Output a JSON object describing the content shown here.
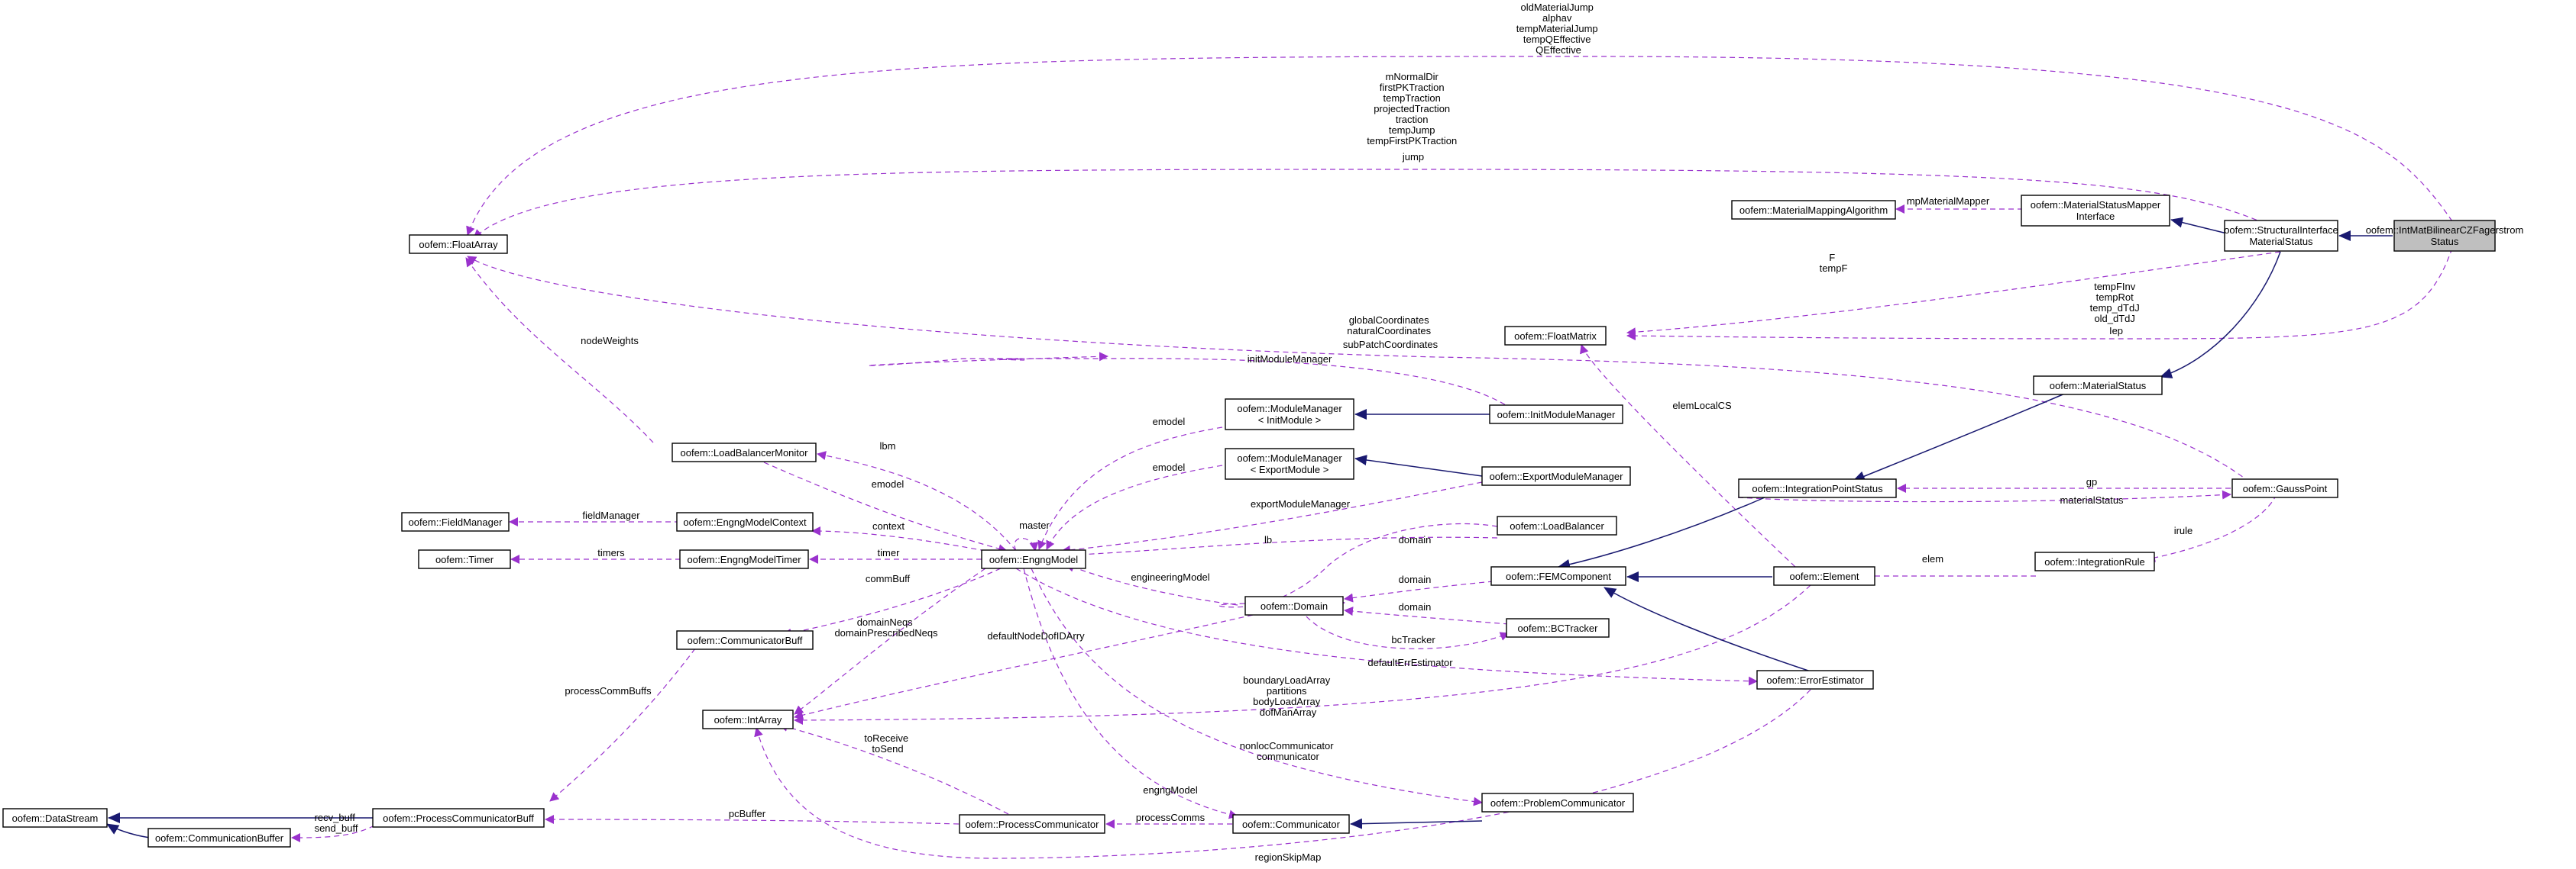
{
  "colors": {
    "usage_edge": "#9a32cd",
    "inheritance_edge": "#191970",
    "selected_node_fill": "#bfbfbf",
    "node_fill": "#ffffff",
    "node_border": "#000000"
  },
  "nodes": {
    "intmat": [
      "oofem::IntMatBilinearCZFagerstrom",
      "Status"
    ],
    "sims": [
      "oofem::StructuralInterface",
      "MaterialStatus"
    ],
    "msmi": [
      "oofem::MaterialStatusMapper",
      "Interface"
    ],
    "mma": [
      "oofem::MaterialMappingAlgorithm"
    ],
    "floatarray": [
      "oofem::FloatArray"
    ],
    "floatmatrix": [
      "oofem::FloatMatrix"
    ],
    "matstatus": [
      "oofem::MaterialStatus"
    ],
    "ips": [
      "oofem::IntegrationPointStatus"
    ],
    "gausspoint": [
      "oofem::GaussPoint"
    ],
    "intrule": [
      "oofem::IntegrationRule"
    ],
    "element": [
      "oofem::Element"
    ],
    "femcomp": [
      "oofem::FEMComponent"
    ],
    "errest": [
      "oofem::ErrorEstimator"
    ],
    "lbm": [
      "oofem::LoadBalancerMonitor"
    ],
    "mm_init": [
      "oofem::ModuleManager",
      "< InitModule >"
    ],
    "mm_export": [
      "oofem::ModuleManager",
      "< ExportModule >"
    ],
    "initmm": [
      "oofem::InitModuleManager"
    ],
    "exportmm": [
      "oofem::ExportModuleManager"
    ],
    "lb": [
      "oofem::LoadBalancer"
    ],
    "fieldmanager": [
      "oofem::FieldManager"
    ],
    "emc": [
      "oofem::EngngModelContext"
    ],
    "timer": [
      "oofem::Timer"
    ],
    "emt": [
      "oofem::EngngModelTimer"
    ],
    "engngmodel": [
      "oofem::EngngModel"
    ],
    "domain": [
      "oofem::Domain"
    ],
    "bctracker": [
      "oofem::BCTracker"
    ],
    "commbuff": [
      "oofem::CommunicatorBuff"
    ],
    "intarray": [
      "oofem::IntArray"
    ],
    "datastream": [
      "oofem::DataStream"
    ],
    "pcb": [
      "oofem::ProcessCommunicatorBuff"
    ],
    "communicationbuffer": [
      "oofem::CommunicationBuffer"
    ],
    "pc": [
      "oofem::ProcessCommunicator"
    ],
    "communicator": [
      "oofem::Communicator"
    ],
    "problemcomm": [
      "oofem::ProblemCommunicator"
    ]
  },
  "edge_labels": {
    "fa_top": [
      "oldMaterialJump",
      "alphav",
      "tempMaterialJump",
      "tempQEffective",
      "QEffective"
    ],
    "fa_sims": [
      "mNormalDir",
      "firstPKTraction",
      "tempTraction",
      "projectedTraction",
      "traction",
      "tempJump",
      "tempFirstPKTraction",
      "jump"
    ],
    "mpmapper": [
      "mpMaterialMapper"
    ],
    "f_tempf": [
      "F",
      "tempF"
    ],
    "fm_intmat": [
      "tempFInv",
      "tempRot",
      "temp_dTdJ",
      "old_dTdJ",
      "Iep"
    ],
    "gp_coords": [
      "globalCoordinates",
      "naturalCoordinates",
      "subPatchCoordinates"
    ],
    "nodeweights": [
      "nodeWeights"
    ],
    "initmodulemanager": [
      "initModuleManager"
    ],
    "elemlocalcs": [
      "elemLocalCS"
    ],
    "lbm": [
      "lbm"
    ],
    "emodel1": [
      "emodel"
    ],
    "emodel2": [
      "emodel"
    ],
    "emodel3": [
      "emodel"
    ],
    "exportmodulemanager": [
      "exportModuleManager"
    ],
    "gp": [
      "gp"
    ],
    "materialstatus": [
      "materialStatus"
    ],
    "fieldmanager": [
      "fieldManager"
    ],
    "context": [
      "context"
    ],
    "master": [
      "master"
    ],
    "domain1": [
      "domain"
    ],
    "domain2": [
      "domain"
    ],
    "domain3": [
      "domain"
    ],
    "lb": [
      "lb"
    ],
    "irule": [
      "irule"
    ],
    "timers": [
      "timers"
    ],
    "timer": [
      "timer"
    ],
    "engineeringmodel": [
      "engineeringModel"
    ],
    "elem": [
      "elem"
    ],
    "commbuff": [
      "commBuff"
    ],
    "domainneqs": [
      "domainNeqs",
      "domainPrescribedNeqs"
    ],
    "defaultnode": [
      "defaultNodeDofIDArry"
    ],
    "bctracker": [
      "bcTracker"
    ],
    "defaulterr": [
      "defaultErrEstimator"
    ],
    "processcommbuffs": [
      "processCommBuffs"
    ],
    "element_intarray": [
      "boundaryLoadArray",
      "partitions",
      "bodyLoadArray",
      "dofManArray"
    ],
    "toreceive": [
      "toReceive",
      "toSend"
    ],
    "nonloc": [
      "nonlocCommunicator",
      "communicator"
    ],
    "recv_send": [
      "recv_buff",
      "send_buff"
    ],
    "pcbuffer": [
      "pcBuffer"
    ],
    "engngmodel_comm": [
      "engngModel"
    ],
    "processcomms": [
      "processComms"
    ],
    "regionskipmap": [
      "regionSkipMap"
    ]
  }
}
